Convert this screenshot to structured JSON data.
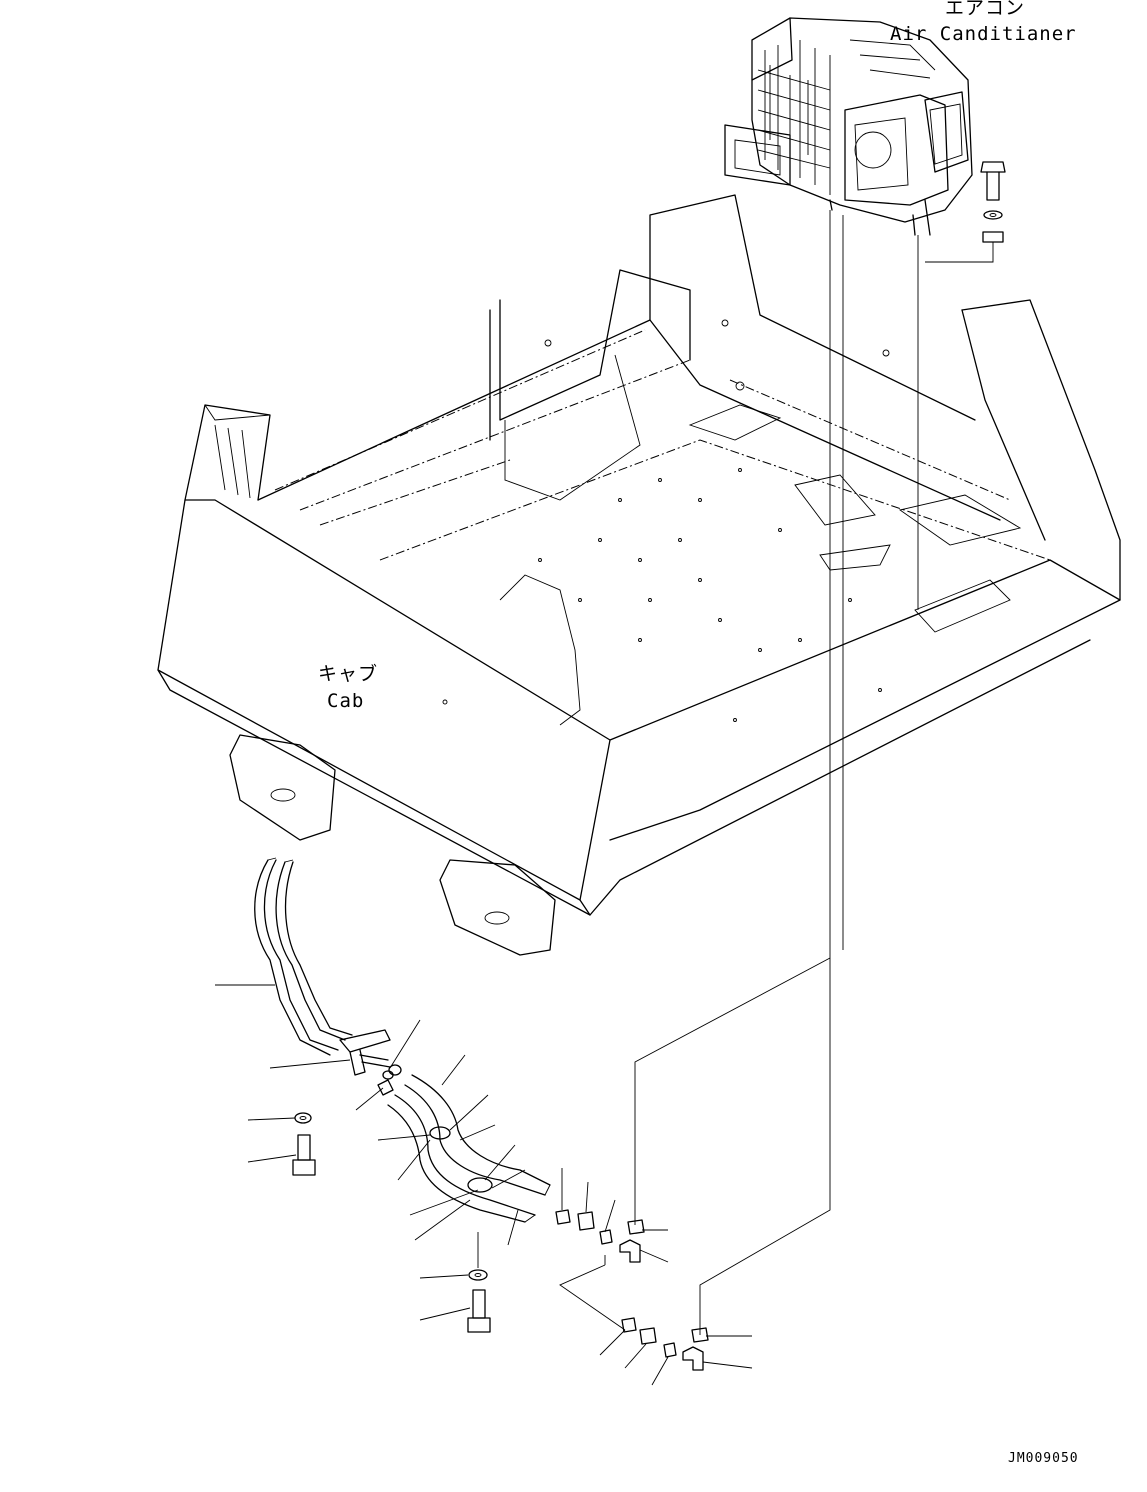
{
  "labels": {
    "air_conditioner_jp": "エアコン",
    "air_conditioner_en": "Air Canditianer",
    "cab_jp": "キャブ",
    "cab_en": "Cab",
    "drawing_number": "JM009050"
  },
  "colors": {
    "ink": "#000000",
    "paper": "#ffffff"
  }
}
